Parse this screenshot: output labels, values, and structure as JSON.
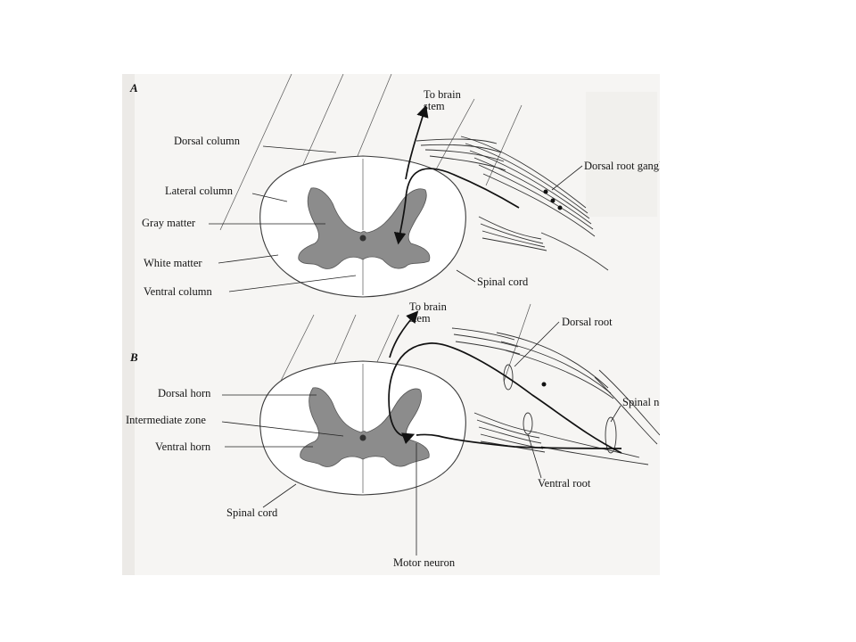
{
  "panels": {
    "a": {
      "letter": "A",
      "to_brain_stem": [
        "To brain",
        "stem"
      ],
      "labels": {
        "dorsal_column": "Dorsal column",
        "lateral_column": "Lateral column",
        "gray_matter": "Gray matter",
        "white_matter": "White matter",
        "ventral_column": "Ventral column",
        "spinal_cord": "Spinal cord",
        "dorsal_root_ganglion": "Dorsal root ganglion"
      }
    },
    "b": {
      "letter": "B",
      "to_brain_stem": [
        "To brain",
        "stem"
      ],
      "labels": {
        "dorsal_horn": "Dorsal horn",
        "intermediate_zone": "Intermediate zone",
        "ventral_horn": "Ventral horn",
        "spinal_cord": "Spinal cord",
        "dorsal_root": "Dorsal root",
        "spinal_nerve": "Spinal nerve",
        "ventral_root": "Ventral root",
        "motor_neuron": "Motor neuron"
      }
    }
  },
  "colors": {
    "page_background": "#ffffff",
    "figure_paper": "#f6f5f3",
    "gray_matter": "#8c8c8c",
    "ink": "#141414"
  }
}
